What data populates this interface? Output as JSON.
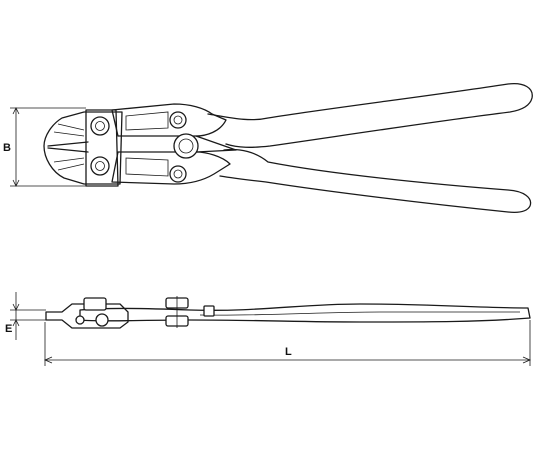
{
  "dimensions": {
    "b_label": "B",
    "e_label": "E",
    "l_label": "L"
  }
}
